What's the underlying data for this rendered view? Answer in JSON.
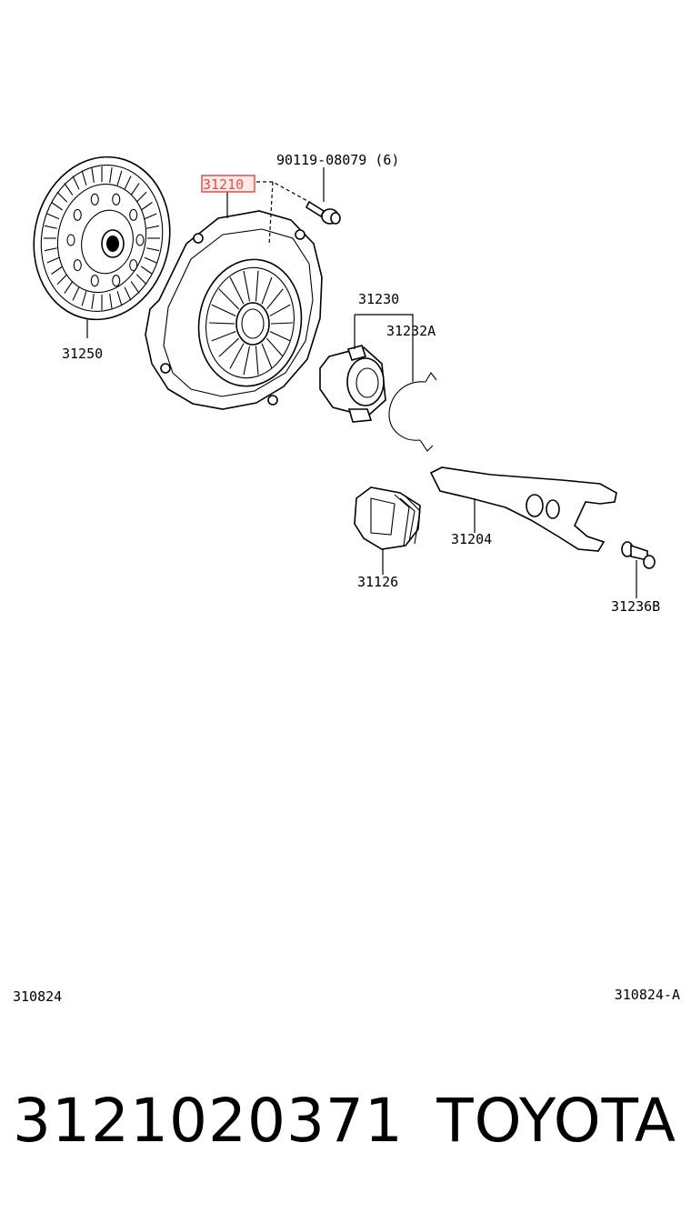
{
  "diagram": {
    "callouts": {
      "bolt": "90119-08079 (6)",
      "clutch_cover": "31210",
      "clutch_disc": "31250",
      "release_bearing_hub": "31230",
      "hub_clip": "31232A",
      "release_fork": "31204",
      "fork_boot": "31126",
      "fork_support": "31236B"
    },
    "highlighted_part": "31210",
    "highlight_color": "#d9534f",
    "page_refs": {
      "left": "310824",
      "right": "310824-A"
    }
  },
  "caption": {
    "part_number": "3121020371",
    "brand": "TOYOTA"
  }
}
